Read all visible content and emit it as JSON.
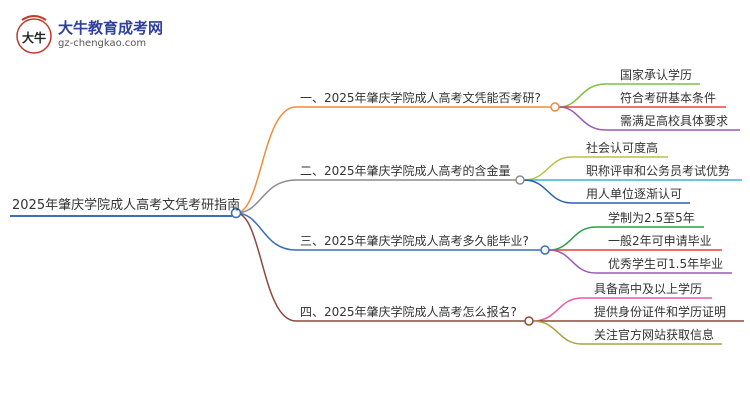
{
  "logo": {
    "title": "大牛教育成考网",
    "url": "gz-chengkao.com",
    "mark_text": "大牛"
  },
  "root": {
    "label": "2025年肇庆学院成人高考文凭考研指南"
  },
  "branches": [
    {
      "label": "一、2025年肇庆学院成人高考文凭能否考研?",
      "color": "#f08c3c",
      "children": [
        {
          "label": "国家承认学历",
          "color": "#7cc142"
        },
        {
          "label": "符合考研基本条件",
          "color": "#e0463c"
        },
        {
          "label": "需满足高校具体要求",
          "color": "#9b59b6"
        }
      ]
    },
    {
      "label": "二、2025年肇庆学院成人高考的含金量",
      "color": "#8c8c8c",
      "children": [
        {
          "label": "社会认可度高",
          "color": "#b8c240"
        },
        {
          "label": "职称评审和公务员考试优势",
          "color": "#3cb4d8"
        },
        {
          "label": "用人单位逐渐认可",
          "color": "#2a5fa8"
        }
      ]
    },
    {
      "label": "三、2025年肇庆学院成人高考多久能毕业?",
      "color": "#3b6fb6",
      "children": [
        {
          "label": "学制为2.5至5年",
          "color": "#2e9e46"
        },
        {
          "label": "一般2年可申请毕业",
          "color": "#e0463c"
        },
        {
          "label": "优秀学生可1.5年毕业",
          "color": "#9b59b6"
        }
      ]
    },
    {
      "label": "四、2025年肇庆学院成人高考怎么报名?",
      "color": "#8b4a3c",
      "children": [
        {
          "label": "具备高中及以上学历",
          "color": "#e85ca8"
        },
        {
          "label": "提供身份证件和学历证明",
          "color": "#8b4a3c"
        },
        {
          "label": "关注官方网站获取信息",
          "color": "#a6a63c"
        }
      ]
    }
  ]
}
